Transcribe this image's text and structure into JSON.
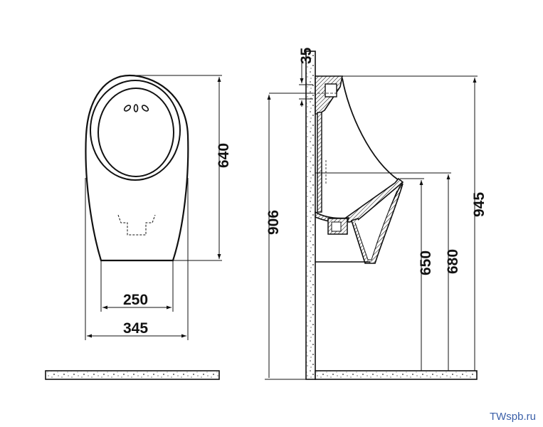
{
  "diagram": {
    "title": "Urinal dimensions drawing",
    "front_view": {
      "dim_height": "640",
      "dim_base_width": "250",
      "dim_total_width": "345"
    },
    "side_view": {
      "dim_inlet_offset": "35",
      "dim_inlet_height": "906",
      "dim_top_height": "945",
      "dim_rim_height": "680",
      "dim_lip_height": "650"
    }
  },
  "watermark": "TWspb.ru",
  "colors": {
    "line": "#111111",
    "watermark": "#3a5fa8"
  }
}
